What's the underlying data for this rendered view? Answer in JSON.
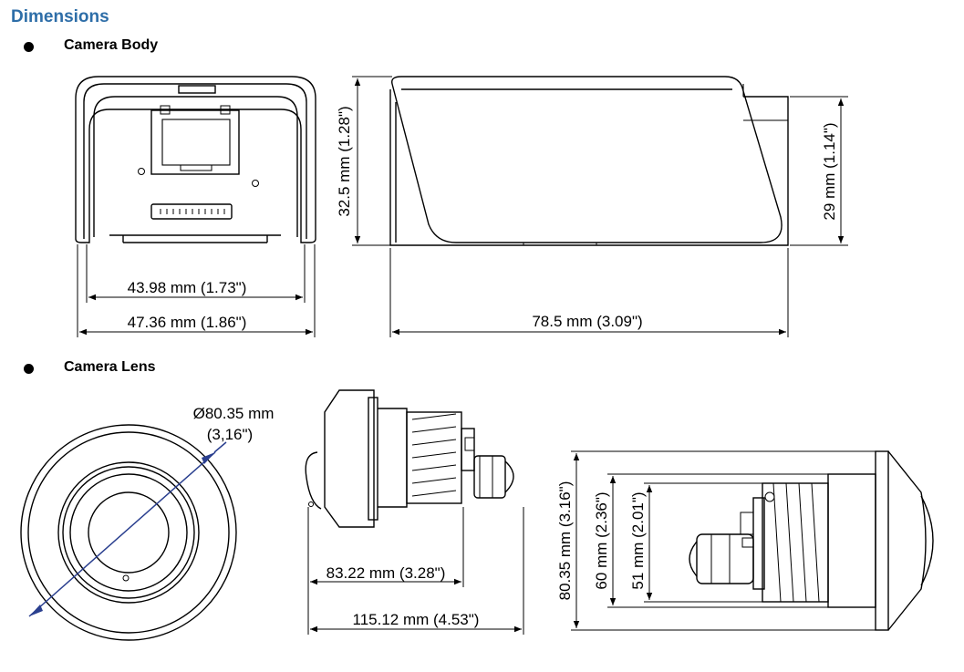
{
  "heading": "Dimensions",
  "sections": {
    "body": {
      "title": "Camera Body"
    },
    "lens": {
      "title": "Camera Lens"
    }
  },
  "colors": {
    "heading": "#2e6ea8",
    "line": "#000000",
    "accent_line": "#2a3f8f"
  },
  "dimensions": {
    "body_inner_width": "43.98 mm (1.73\")",
    "body_outer_width": "47.36 mm (1.86\")",
    "body_height": "32.5 mm (1.28\")",
    "body_length": "78.5 mm (3.09\")",
    "body_side_height": "29 mm (1.14\")",
    "lens_diameter_mm": "Ø80.35 mm",
    "lens_diameter_in": "(3,16\")",
    "lens_length_short": "83.22 mm (3.28\")",
    "lens_length_full": "115.12 mm (4.53\")",
    "lens_height_full": "80.35 mm (3.16\")",
    "lens_height_mid": "60 mm (2.36\")",
    "lens_height_small": "51 mm (2.01\")"
  }
}
